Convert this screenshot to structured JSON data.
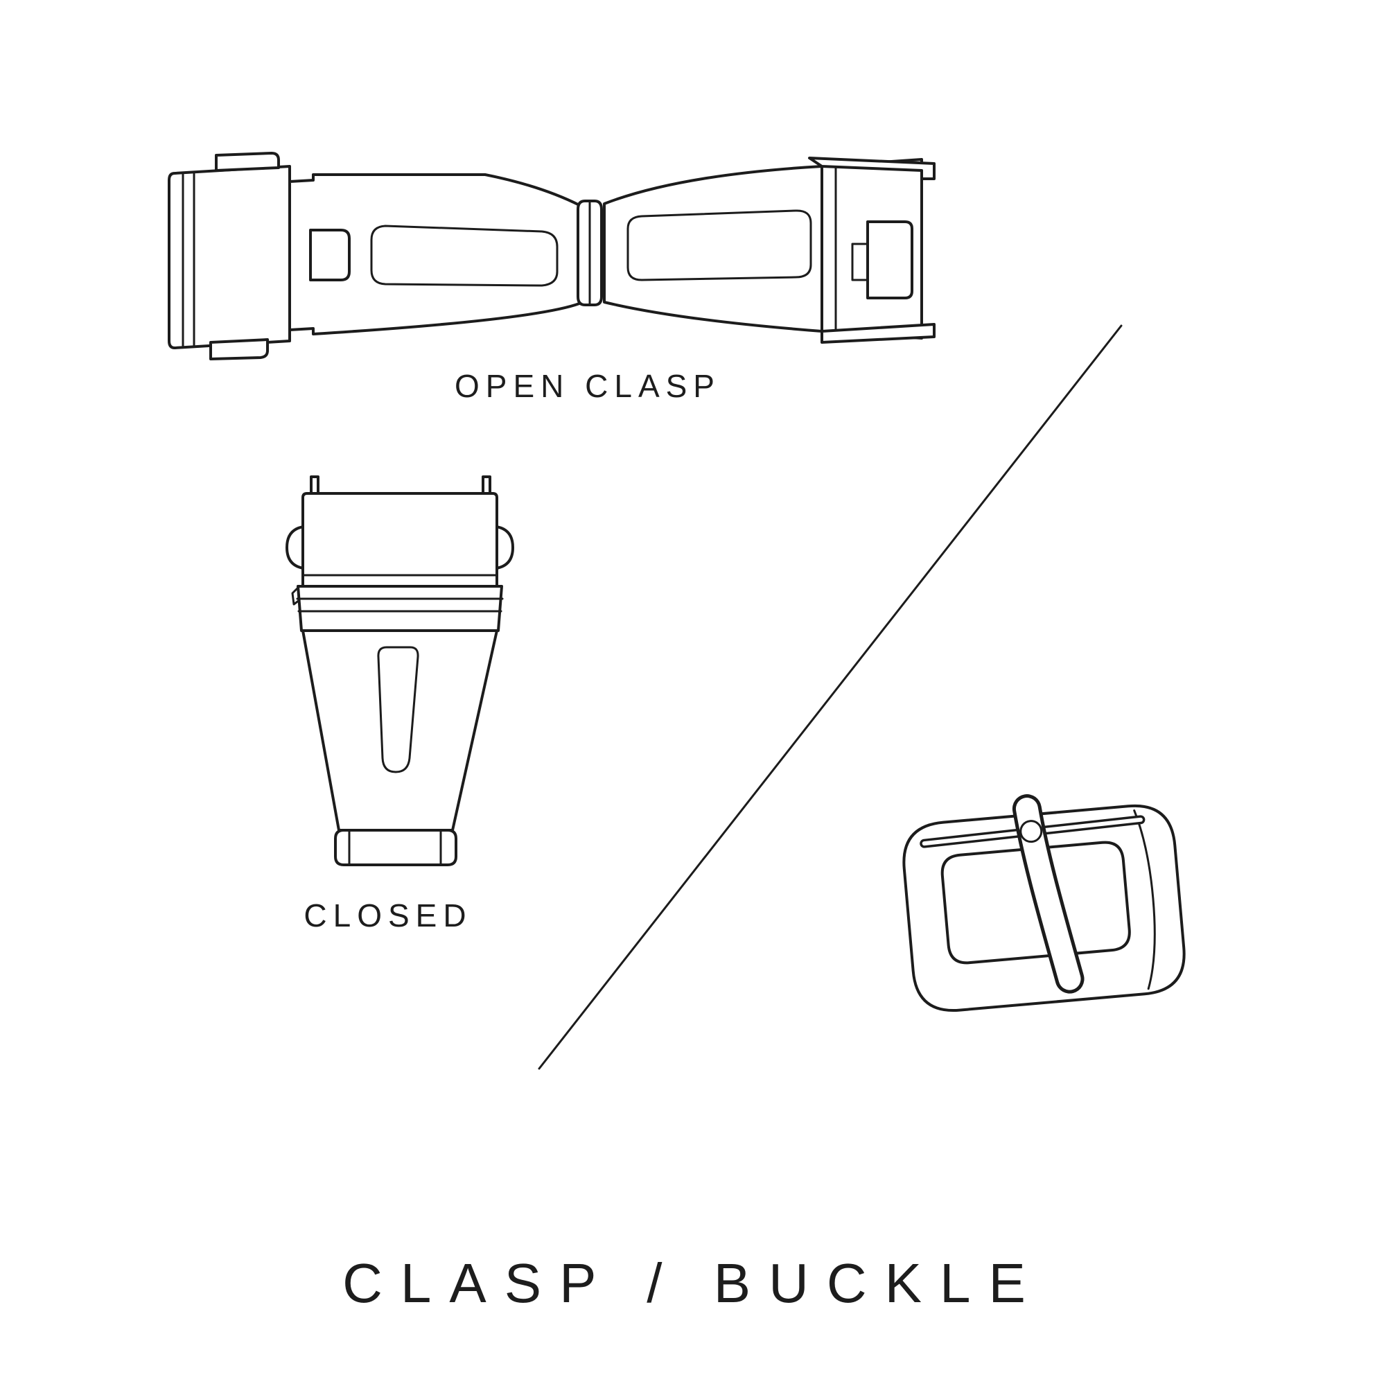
{
  "page": {
    "background": "#ffffff",
    "ink": "#1c1c1c",
    "title": "CLASP / BUCKLE"
  },
  "labels": {
    "open_clasp": "OPEN CLASP",
    "closed": "CLOSED"
  },
  "illustrations": {
    "open_clasp": "open-clasp-illustration",
    "closed_clasp": "closed-clasp-illustration",
    "buckle": "buckle-illustration",
    "divider": "diagonal-divider-line"
  }
}
